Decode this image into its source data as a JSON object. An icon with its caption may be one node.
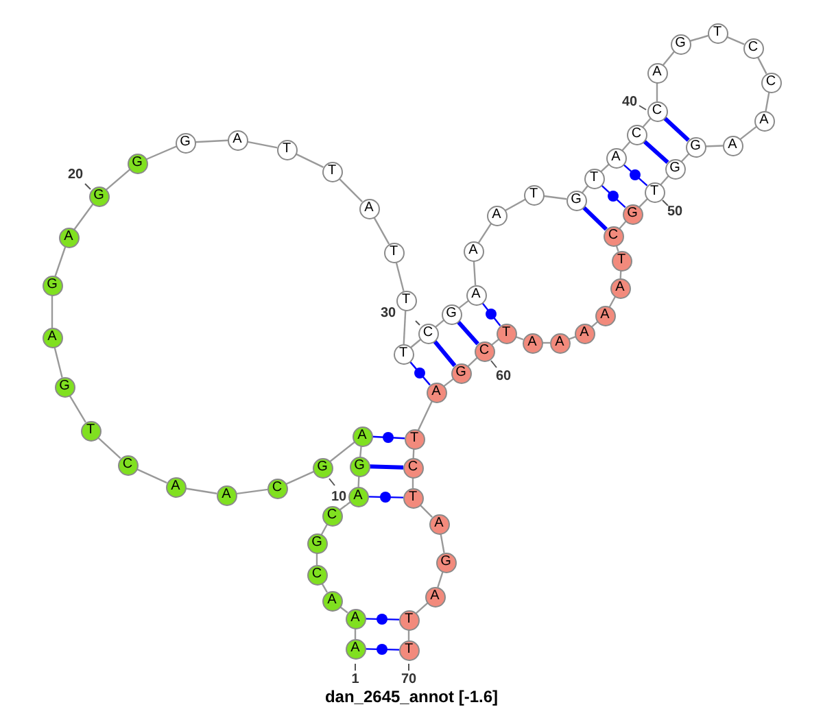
{
  "diagram": {
    "caption": "dan_2645_annot [-1.6]",
    "nodes": [
      {
        "text": [
          "A"
        ]
      },
      {
        "text": [
          "A"
        ]
      },
      {
        "text": [
          "A"
        ]
      },
      {
        "text": [
          "C"
        ]
      },
      {
        "text": [
          "G"
        ]
      },
      {
        "text": [
          "C"
        ]
      },
      {
        "text": [
          "A"
        ]
      },
      {
        "text": [
          "G"
        ]
      },
      {
        "text": [
          "A"
        ]
      },
      {
        "text": [
          "G"
        ]
      },
      {
        "text": [
          "C"
        ]
      },
      {
        "text": [
          "A"
        ]
      },
      {
        "text": [
          "A"
        ]
      },
      {
        "text": [
          "C"
        ]
      },
      {
        "text": [
          "T"
        ]
      },
      {
        "text": [
          "G"
        ]
      },
      {
        "text": [
          "A"
        ]
      },
      {
        "text": [
          "G"
        ]
      },
      {
        "text": [
          "A"
        ]
      },
      {
        "text": [
          "G"
        ]
      },
      {
        "text": [
          "G"
        ]
      },
      {
        "text": [
          "G"
        ]
      },
      {
        "text": [
          "A"
        ]
      },
      {
        "text": [
          "T"
        ]
      },
      {
        "text": [
          "T"
        ]
      },
      {
        "text": [
          "A"
        ]
      },
      {
        "text": [
          "T"
        ]
      },
      {
        "text": [
          "T"
        ]
      },
      {
        "text": [
          "T"
        ]
      },
      {
        "text": [
          "C"
        ]
      },
      {
        "text": [
          "G"
        ]
      },
      {
        "text": [
          "A"
        ]
      },
      {
        "text": [
          "A"
        ]
      },
      {
        "text": [
          "A"
        ]
      },
      {
        "text": [
          "T"
        ]
      },
      {
        "text": [
          "G"
        ]
      },
      {
        "text": [
          "T"
        ]
      },
      {
        "text": [
          "A"
        ]
      },
      {
        "text": [
          "C"
        ]
      },
      {
        "text": [
          "C"
        ]
      },
      {
        "text": [
          "A"
        ]
      },
      {
        "text": [
          "G"
        ]
      },
      {
        "text": [
          "T"
        ]
      },
      {
        "text": [
          "C"
        ]
      },
      {
        "text": [
          "C"
        ]
      },
      {
        "text": [
          "A"
        ]
      },
      {
        "text": [
          "A"
        ]
      },
      {
        "text": [
          "G"
        ]
      },
      {
        "text": [
          "G"
        ]
      },
      {
        "text": [
          "T"
        ]
      },
      {
        "text": [
          "G"
        ]
      },
      {
        "text": [
          "C"
        ]
      },
      {
        "text": [
          "T"
        ]
      },
      {
        "text": [
          "A"
        ]
      },
      {
        "text": [
          "A"
        ]
      },
      {
        "text": [
          "A"
        ]
      },
      {
        "text": [
          "A"
        ]
      },
      {
        "text": [
          "A"
        ]
      },
      {
        "text": [
          "T"
        ]
      },
      {
        "text": [
          "C"
        ]
      },
      {
        "text": [
          "G"
        ]
      },
      {
        "text": [
          "A"
        ]
      },
      {
        "text": [
          "T"
        ]
      },
      {
        "text": [
          "C"
        ]
      },
      {
        "text": [
          "T"
        ]
      },
      {
        "text": [
          "A"
        ]
      },
      {
        "text": [
          "G"
        ]
      },
      {
        "text": [
          "A"
        ]
      },
      {
        "text": [
          "T"
        ]
      },
      {
        "text": [
          "T"
        ]
      }
    ],
    "edges": [
      {
        "from": 0,
        "to": 1,
        "arrow": "none"
      },
      {
        "from": 1,
        "to": 2,
        "arrow": "none"
      },
      {
        "from": 2,
        "to": 3,
        "arrow": "none"
      },
      {
        "from": 3,
        "to": 4,
        "arrow": "none"
      },
      {
        "from": 4,
        "to": 5,
        "arrow": "none"
      },
      {
        "from": 5,
        "to": 6,
        "arrow": "none"
      },
      {
        "from": 6,
        "to": 7,
        "arrow": "none"
      },
      {
        "from": 7,
        "to": 8,
        "arrow": "none"
      },
      {
        "from": 8,
        "to": 9,
        "arrow": "none"
      },
      {
        "from": 9,
        "to": 10,
        "arrow": "none"
      },
      {
        "from": 10,
        "to": 11,
        "arrow": "none"
      },
      {
        "from": 11,
        "to": 12,
        "arrow": "none"
      },
      {
        "from": 12,
        "to": 13,
        "arrow": "none"
      },
      {
        "from": 13,
        "to": 14,
        "arrow": "none"
      },
      {
        "from": 14,
        "to": 15,
        "arrow": "none"
      },
      {
        "from": 15,
        "to": 16,
        "arrow": "none"
      },
      {
        "from": 16,
        "to": 17,
        "arrow": "none"
      },
      {
        "from": 17,
        "to": 18,
        "arrow": "none"
      },
      {
        "from": 18,
        "to": 19,
        "arrow": "none"
      },
      {
        "from": 19,
        "to": 20,
        "arrow": "none"
      },
      {
        "from": 20,
        "to": 21,
        "arrow": "none"
      },
      {
        "from": 21,
        "to": 22,
        "arrow": "none"
      },
      {
        "from": 22,
        "to": 23,
        "arrow": "none"
      },
      {
        "from": 23,
        "to": 24,
        "arrow": "none"
      },
      {
        "from": 24,
        "to": 25,
        "arrow": "none"
      },
      {
        "from": 25,
        "to": 26,
        "arrow": "none"
      },
      {
        "from": 26,
        "to": 27,
        "arrow": "none"
      },
      {
        "from": 27,
        "to": 28,
        "arrow": "none"
      },
      {
        "from": 28,
        "to": 29,
        "arrow": "none"
      },
      {
        "from": 29,
        "to": 30,
        "arrow": "none"
      },
      {
        "from": 30,
        "to": 31,
        "arrow": "none"
      },
      {
        "from": 31,
        "to": 32,
        "arrow": "none"
      },
      {
        "from": 32,
        "to": 33,
        "arrow": "none"
      },
      {
        "from": 33,
        "to": 34,
        "arrow": "none"
      },
      {
        "from": 34,
        "to": 35,
        "arrow": "none"
      },
      {
        "from": 35,
        "to": 36,
        "arrow": "none"
      },
      {
        "from": 36,
        "to": 37,
        "arrow": "none"
      },
      {
        "from": 37,
        "to": 38,
        "arrow": "none"
      },
      {
        "from": 38,
        "to": 39,
        "arrow": "none"
      },
      {
        "from": 39,
        "to": 40,
        "arrow": "none"
      },
      {
        "from": 40,
        "to": 41,
        "arrow": "none"
      },
      {
        "from": 41,
        "to": 42,
        "arrow": "none"
      },
      {
        "from": 42,
        "to": 43,
        "arrow": "none"
      },
      {
        "from": 43,
        "to": 44,
        "arrow": "none"
      },
      {
        "from": 44,
        "to": 45,
        "arrow": "none"
      },
      {
        "from": 45,
        "to": 46,
        "arrow": "none"
      },
      {
        "from": 46,
        "to": 47,
        "arrow": "none"
      },
      {
        "from": 47,
        "to": 48,
        "arrow": "none"
      },
      {
        "from": 48,
        "to": 49,
        "arrow": "none"
      },
      {
        "from": 49,
        "to": 50,
        "arrow": "none"
      },
      {
        "from": 50,
        "to": 51,
        "arrow": "none"
      },
      {
        "from": 51,
        "to": 52,
        "arrow": "none"
      },
      {
        "from": 52,
        "to": 53,
        "arrow": "none"
      },
      {
        "from": 53,
        "to": 54,
        "arrow": "none"
      },
      {
        "from": 54,
        "to": 55,
        "arrow": "none"
      },
      {
        "from": 55,
        "to": 56,
        "arrow": "none"
      },
      {
        "from": 56,
        "to": 57,
        "arrow": "none"
      },
      {
        "from": 57,
        "to": 58,
        "arrow": "none"
      },
      {
        "from": 58,
        "to": 59,
        "arrow": "none"
      },
      {
        "from": 59,
        "to": 60,
        "arrow": "none"
      },
      {
        "from": 60,
        "to": 61,
        "arrow": "none"
      },
      {
        "from": 61,
        "to": 62,
        "arrow": "none"
      },
      {
        "from": 62,
        "to": 63,
        "arrow": "none"
      },
      {
        "from": 63,
        "to": 64,
        "arrow": "none"
      },
      {
        "from": 64,
        "to": 65,
        "arrow": "none"
      },
      {
        "from": 65,
        "to": 66,
        "arrow": "none"
      },
      {
        "from": 66,
        "to": 67,
        "arrow": "none"
      },
      {
        "from": 67,
        "to": 68,
        "arrow": "none"
      },
      {
        "from": 68,
        "to": 69,
        "arrow": "none"
      },
      {
        "from": 0,
        "to": 69,
        "arrow": "none",
        "color": "#0000ff"
      },
      {
        "from": 1,
        "to": 68,
        "arrow": "none",
        "color": "#0000ff"
      },
      {
        "from": 6,
        "to": 64,
        "arrow": "none",
        "color": "#0000ff"
      },
      {
        "from": 7,
        "to": 63,
        "arrow": "none",
        "style": "thick",
        "color": "#0000ff"
      },
      {
        "from": 8,
        "to": 62,
        "arrow": "none",
        "color": "#0000ff"
      },
      {
        "from": 28,
        "to": 61,
        "arrow": "none",
        "color": "#0000ff"
      },
      {
        "from": 29,
        "to": 60,
        "arrow": "none",
        "style": "thick",
        "color": "#0000ff"
      },
      {
        "from": 30,
        "to": 59,
        "arrow": "none",
        "style": "thick",
        "color": "#0000ff"
      },
      {
        "from": 31,
        "to": 58,
        "arrow": "none",
        "color": "#0000ff"
      },
      {
        "from": 35,
        "to": 51,
        "arrow": "none",
        "style": "thick",
        "color": "#0000ff"
      },
      {
        "from": 36,
        "to": 50,
        "arrow": "none",
        "color": "#0000ff"
      },
      {
        "from": 37,
        "to": 49,
        "arrow": "none",
        "color": "#0000ff"
      },
      {
        "from": 38,
        "to": 48,
        "arrow": "none",
        "style": "thick",
        "color": "#0000ff"
      },
      {
        "from": 39,
        "to": 47,
        "arrow": "none",
        "style": "thick",
        "color": "#0000ff"
      }
    ],
    "labels": [
      "20",
      "40",
      "50",
      "30",
      "60",
      "10",
      "1",
      "70"
    ]
  }
}
